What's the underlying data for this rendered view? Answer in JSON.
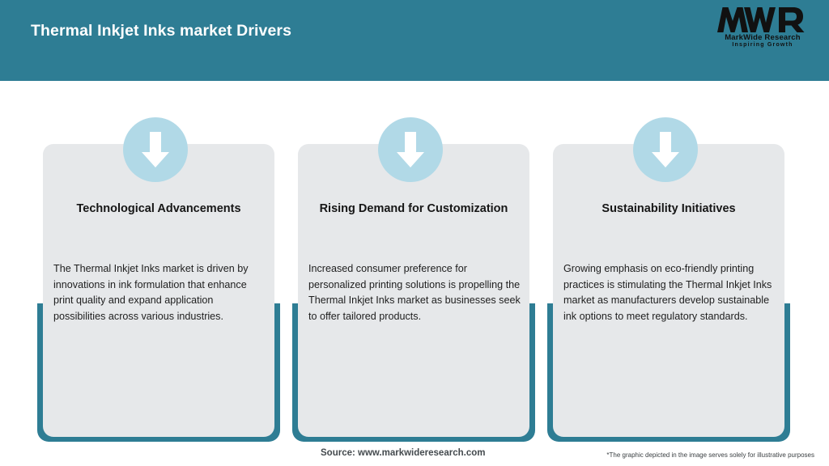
{
  "header": {
    "title": "Thermal Inkjet Inks market Drivers",
    "background_color": "#2e7d94",
    "title_color": "#ffffff"
  },
  "logo": {
    "mark_text": "MWR",
    "company_name": "MarkWide Research",
    "tagline": "Inspiring Growth"
  },
  "cards": [
    {
      "icon": "down-arrow-icon",
      "heading": "Technological Advancements",
      "body": "The Thermal Inkjet Inks market is driven by innovations in ink formulation that enhance print quality and expand application possibilities across various industries."
    },
    {
      "icon": "down-arrow-icon",
      "heading": "Rising Demand for Customization",
      "body": "Increased consumer preference for personalized printing solutions is propelling the Thermal Inkjet Inks market as businesses seek to offer tailored products."
    },
    {
      "icon": "down-arrow-icon",
      "heading": "Sustainability Initiatives",
      "body": "Growing emphasis on eco-friendly printing practices is stimulating the Thermal Inkjet Inks market as manufacturers develop sustainable ink options to meet regulatory standards."
    }
  ],
  "footer": {
    "source": "Source: www.markwideresearch.com",
    "disclaimer": "*The graphic depicted in the image serves solely for illustrative purposes"
  },
  "colors": {
    "teal": "#2e7d94",
    "card_gray": "#e6e8ea",
    "icon_circle": "#b1d9e7",
    "arrow_white": "#ffffff",
    "heading_text": "#161616"
  }
}
